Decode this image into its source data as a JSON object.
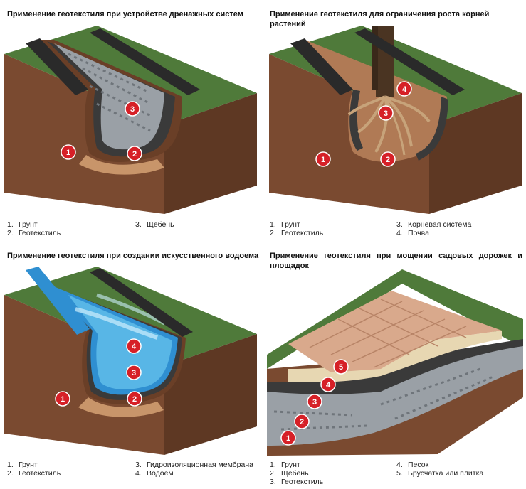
{
  "panels": [
    {
      "title": "Применение геотекстиля при устройстве дренажных систем",
      "badges": [
        "1",
        "2",
        "3"
      ],
      "legend": [
        {
          "num": "1.",
          "text": "Грунт"
        },
        {
          "num": "2.",
          "text": "Геотекстиль"
        },
        {
          "num": "3.",
          "text": "Щебень"
        }
      ]
    },
    {
      "title": "Применение геотекстиля для ограничения роста корней растений",
      "badges": [
        "1",
        "2",
        "3",
        "4"
      ],
      "legend": [
        {
          "num": "1.",
          "text": "Грунт"
        },
        {
          "num": "2.",
          "text": "Геотекстиль"
        },
        {
          "num": "3.",
          "text": "Корневая система"
        },
        {
          "num": "4.",
          "text": "Почва"
        }
      ]
    },
    {
      "title": "Применение геотекстиля при создании искусственного водоема",
      "badges": [
        "1",
        "2",
        "3",
        "4"
      ],
      "legend": [
        {
          "num": "1.",
          "text": "Грунт"
        },
        {
          "num": "2.",
          "text": "Геотекстиль"
        },
        {
          "num": "3.",
          "text": "Гидроизоляционная мембрана"
        },
        {
          "num": "4.",
          "text": "Водоем"
        }
      ]
    },
    {
      "title": "Применение геотекстиля при мощении садовых дорожек и площадок",
      "badges": [
        "1",
        "2",
        "3",
        "4",
        "5"
      ],
      "legend": [
        {
          "num": "1.",
          "text": "Грунт"
        },
        {
          "num": "2.",
          "text": "Щебень"
        },
        {
          "num": "3.",
          "text": "Геотекстиль"
        },
        {
          "num": "4.",
          "text": "Песок"
        },
        {
          "num": "5.",
          "text": "Брусчатка или плитка"
        }
      ]
    }
  ],
  "colors": {
    "soil": "#7a4a30",
    "soil_dark": "#5e3823",
    "grass": "#4f7a3a",
    "geotextile": "#3a3a3a",
    "gravel": "#9aa0a6",
    "sand": "#e7d7b2",
    "water": "#58b6e6",
    "membrane": "#2f8fd1",
    "paving": "#d9a98c",
    "badge": "#d62027"
  }
}
